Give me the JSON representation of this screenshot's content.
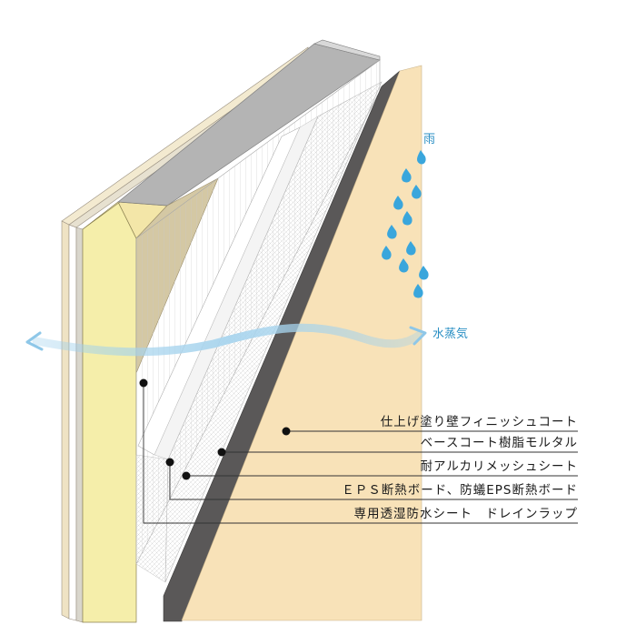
{
  "diagram": {
    "rain_label": "雨",
    "vapor_label": "水蒸気",
    "layers": [
      {
        "label": "仕上げ塗り壁フィニッシュコート"
      },
      {
        "label": "ベースコート樹脂モルタル"
      },
      {
        "label": "耐アルカリメッシュシート"
      },
      {
        "label": "ＥＰＳ断熱ボード、防蟻EPS断熱ボード"
      },
      {
        "label": "専用透湿防水シート　ドレインラップ"
      }
    ],
    "colors": {
      "finish": "#f8e2b8",
      "base_coat": "#5a5858",
      "insulation": "#f5eeaa",
      "top_cap": "#b4b4b4",
      "vapor_arrow": "#a9d5ee",
      "rain_drop": "#3aa6dc",
      "text_blue": "#2a8fc4"
    }
  }
}
